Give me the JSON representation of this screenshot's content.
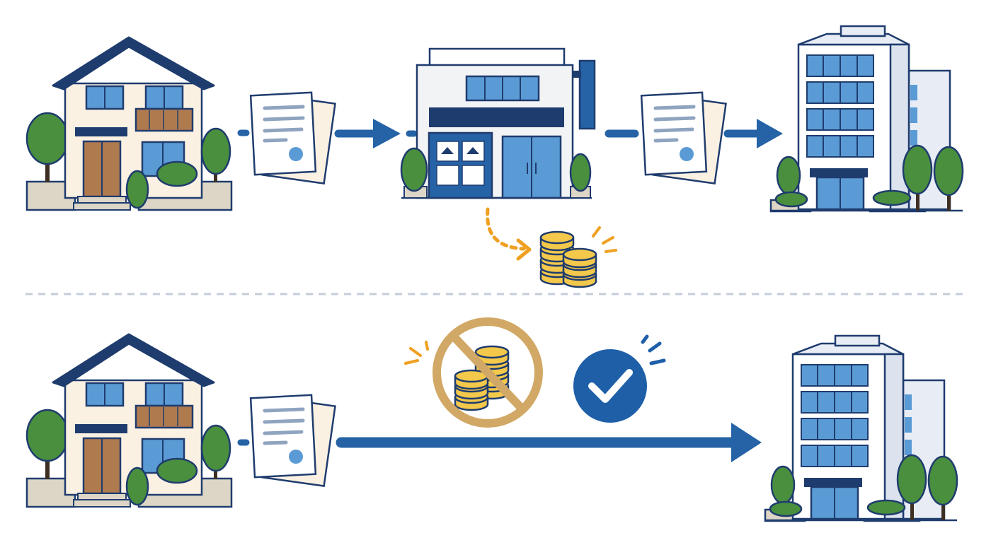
{
  "diagram": {
    "colors": {
      "navy": "#1f3c6e",
      "blue": "#2563a6",
      "light_blue": "#5b9bd5",
      "pale_blue": "#dce8f5",
      "cream": "#fbf1e3",
      "wood": "#b07a4f",
      "tree_green": "#4a8f3e",
      "planter": "#ddd6c6",
      "gold": "#f3c84b",
      "tan": "#d1a865",
      "orange": "#f0a020",
      "dash": "#c5cdd8"
    },
    "rows": [
      {
        "id": "top",
        "nodes": [
          {
            "icon": "house-icon"
          },
          {
            "icon": "document-icon"
          },
          {
            "icon": "agency-storefront-icon"
          },
          {
            "icon": "document-icon"
          },
          {
            "icon": "office-building-icon"
          }
        ],
        "fee": {
          "icon": "coins-icon",
          "shown": true
        }
      },
      {
        "id": "bottom",
        "nodes": [
          {
            "icon": "house-icon"
          },
          {
            "icon": "document-icon"
          },
          {
            "icon": "office-building-icon"
          }
        ],
        "badges": [
          {
            "icon": "no-fee-icon"
          },
          {
            "icon": "checkmark-icon"
          }
        ]
      }
    ],
    "divider": {
      "style": "dashed"
    }
  }
}
